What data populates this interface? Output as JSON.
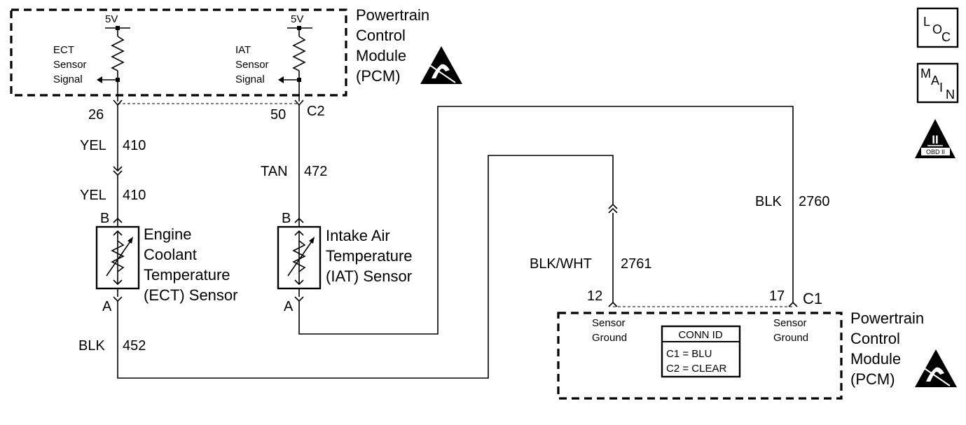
{
  "pcm_top": {
    "title": [
      "Powertrain",
      "Control",
      "Module",
      "(PCM)"
    ],
    "ect": {
      "voltage": "5V",
      "label": [
        "ECT",
        "Sensor",
        "Signal"
      ],
      "pin": "26"
    },
    "iat": {
      "voltage": "5V",
      "label": [
        "IAT",
        "Sensor",
        "Signal"
      ],
      "pin": "50"
    },
    "connector": "C2"
  },
  "wires": {
    "ect_upper": {
      "color": "YEL",
      "circuit": "410"
    },
    "ect_lower": {
      "color": "YEL",
      "circuit": "410"
    },
    "iat_signal": {
      "color": "TAN",
      "circuit": "472"
    },
    "ect_ground": {
      "color": "BLK",
      "circuit": "452"
    },
    "sensor_ground_1": {
      "color": "BLK/WHT",
      "circuit": "2761"
    },
    "sensor_ground_2": {
      "color": "BLK",
      "circuit": "2760"
    }
  },
  "ect_sensor": {
    "label": [
      "Engine",
      "Coolant",
      "Temperature",
      "(ECT) Sensor"
    ],
    "pin_top": "B",
    "pin_bottom": "A"
  },
  "iat_sensor": {
    "label": [
      "Intake Air",
      "Temperature",
      "(IAT) Sensor"
    ],
    "pin_top": "B",
    "pin_bottom": "A"
  },
  "pcm_bottom": {
    "title": [
      "Powertrain",
      "Control",
      "Module",
      "(PCM)"
    ],
    "pin_left": "12",
    "pin_right": "17",
    "connector": "C1",
    "ground_left": [
      "Sensor",
      "Ground"
    ],
    "ground_right": [
      "Sensor",
      "Ground"
    ],
    "conn_id": {
      "header": "CONN ID",
      "rows": [
        "C1 = BLU",
        "C2 = CLEAR"
      ]
    }
  },
  "side_icons": {
    "loc": [
      "L",
      "O",
      "C"
    ],
    "main": [
      "M",
      "A",
      "I",
      "N"
    ],
    "obd": {
      "roman": "II",
      "text": "OBD II"
    }
  }
}
